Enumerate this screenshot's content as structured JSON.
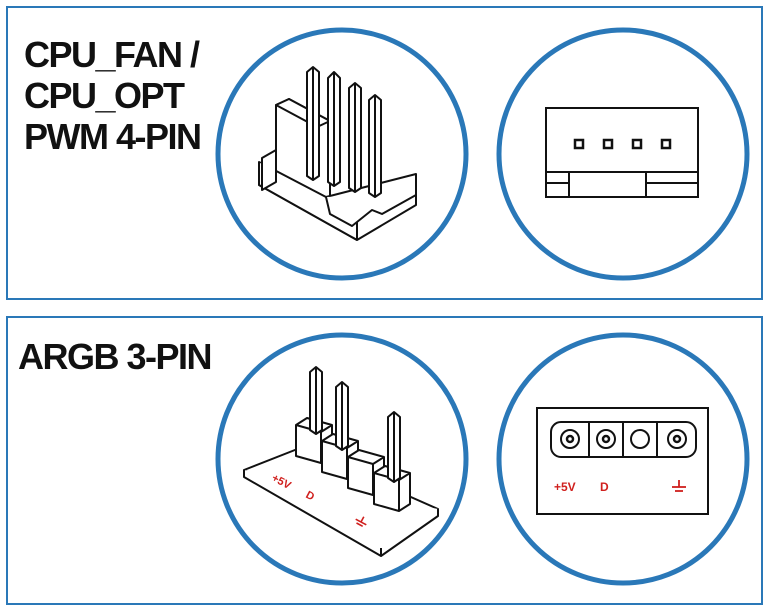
{
  "fan_header": {
    "title_lines": [
      "CPU_FAN /",
      "CPU_OPT",
      "PWM 4-PIN"
    ],
    "pin_count": 4
  },
  "argb_header": {
    "title": "ARGB 3-PIN",
    "pin_count": 3,
    "labels": {
      "plus5v": "+5V",
      "data": "D"
    }
  },
  "colors": {
    "frame_blue": "#2a78b8",
    "label_red": "#d0201e",
    "line": "#111111"
  },
  "icons": [
    "ground-icon"
  ]
}
